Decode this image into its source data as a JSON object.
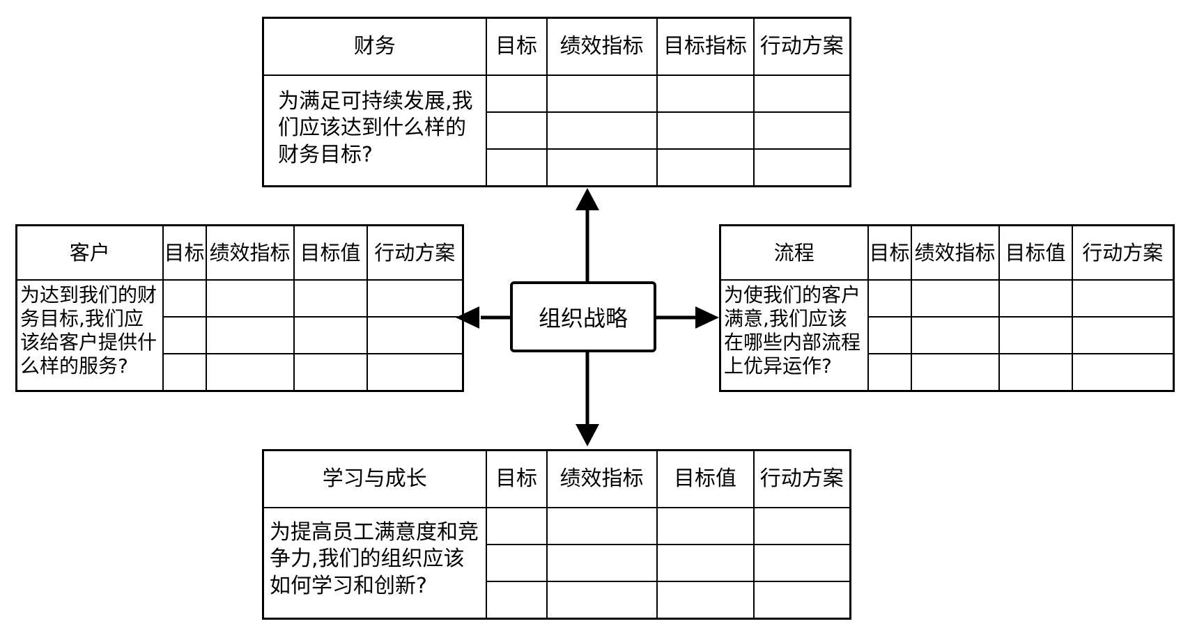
{
  "center": {
    "label": "组织战略"
  },
  "perspectives": {
    "financial": {
      "title": "财务",
      "columns": [
        "目标",
        "绩效指标",
        "目标指标",
        "行动方案"
      ],
      "question": "为满足可持续发展,我们应该达到什么样的财务目标?"
    },
    "customer": {
      "title": "客户",
      "columns": [
        "目标",
        "绩效指标",
        "目标值",
        "行动方案"
      ],
      "question": "为达到我们的财务目标,我们应该给客户提供什么样的服务?"
    },
    "process": {
      "title": "流程",
      "columns": [
        "目标",
        "绩效指标",
        "目标值",
        "行动方案"
      ],
      "question": "为使我们的客户满意,我们应该在哪些内部流程上优异运作?"
    },
    "learning": {
      "title": "学习与成长",
      "columns": [
        "目标",
        "绩效指标",
        "目标值",
        "行动方案"
      ],
      "question": "为提高员工满意度和竞争力,我们的组织应该如何学习和创新?"
    }
  }
}
